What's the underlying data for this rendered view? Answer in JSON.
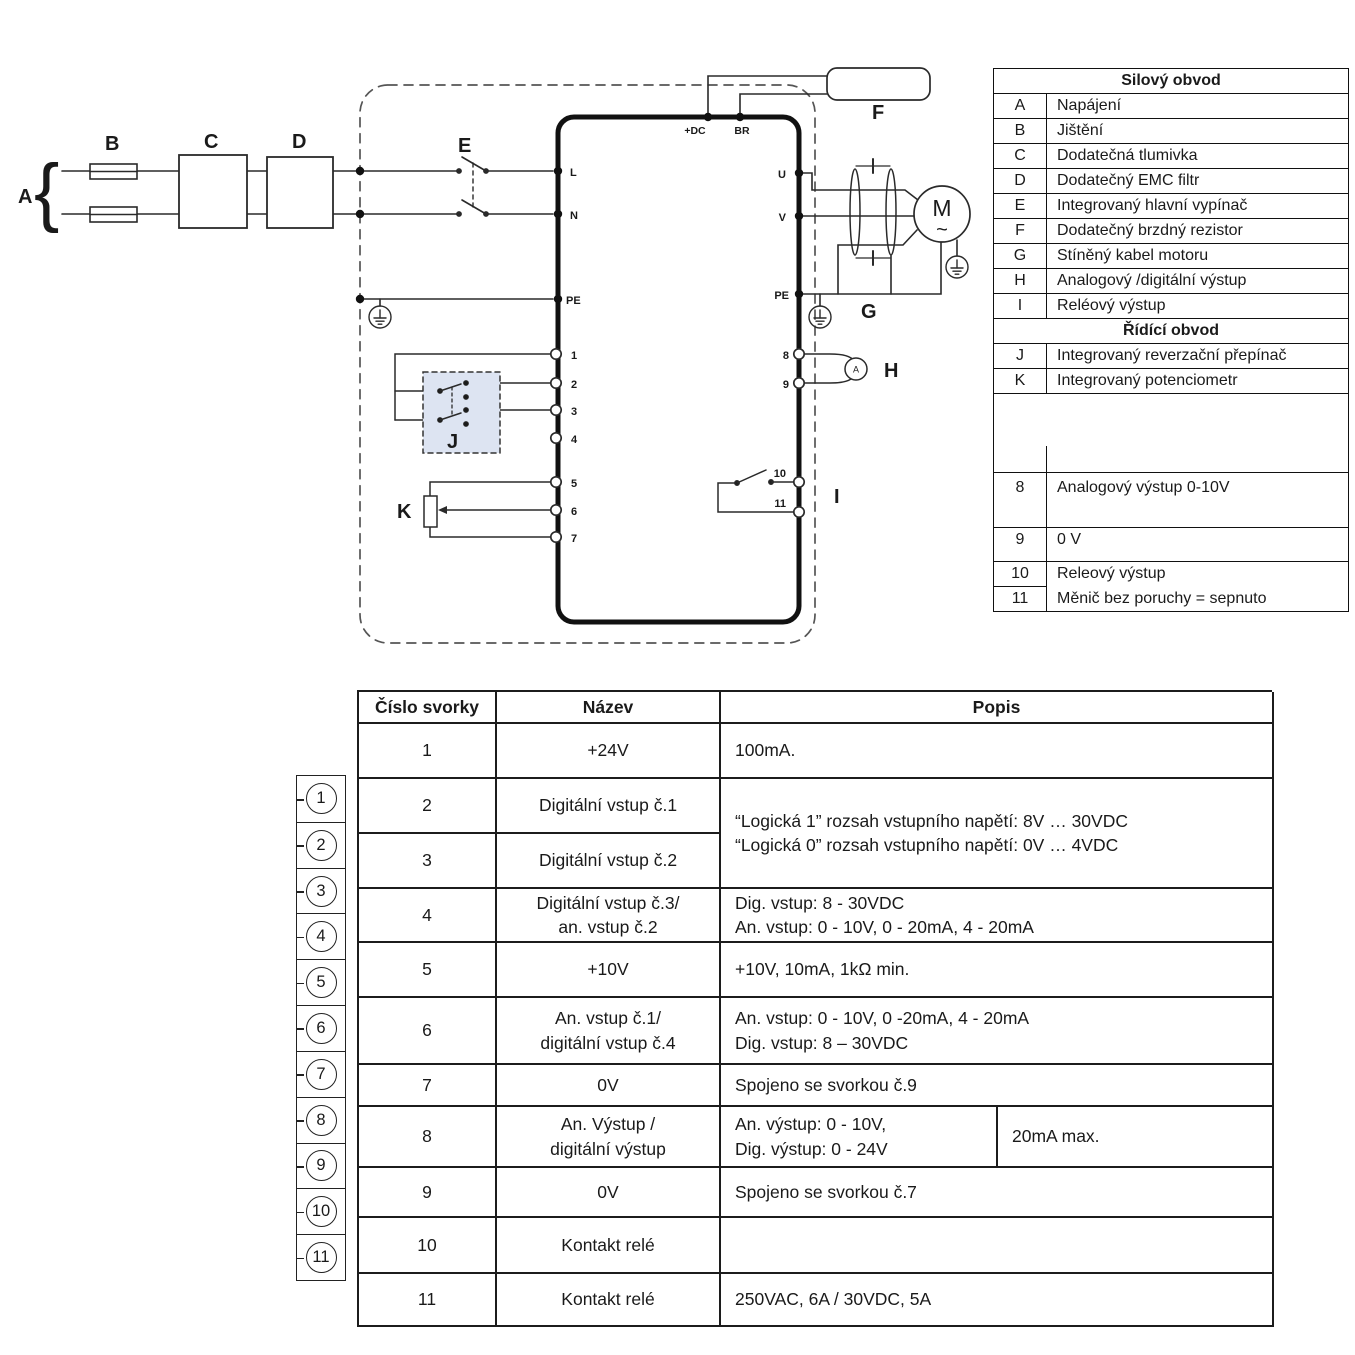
{
  "diagram": {
    "labels": {
      "a": "A",
      "b": "B",
      "c": "C",
      "d": "D",
      "e": "E",
      "f": "F",
      "g": "G",
      "h": "H",
      "i": "I",
      "j": "J",
      "k": "K",
      "brace": "{",
      "motor": "M",
      "motor_wave": "~",
      "meter": "A"
    },
    "inverter_terminals": {
      "l": "L",
      "n": "N",
      "pe_left": "PE",
      "dc": "+DC",
      "br": "BR",
      "u": "U",
      "v": "V",
      "pe_right": "PE"
    },
    "control_terminals_left": [
      "1",
      "2",
      "3",
      "4",
      "5",
      "6",
      "7"
    ],
    "output_terminals": [
      "8",
      "9"
    ],
    "relay_terminals": [
      "10",
      "11"
    ]
  },
  "legend": {
    "power_title": "Silový obvod",
    "power_rows": [
      {
        "key": "A",
        "label": "Napájení"
      },
      {
        "key": "B",
        "label": "Jištění"
      },
      {
        "key": "C",
        "label": "Dodatečná tlumivka"
      },
      {
        "key": "D",
        "label": "Dodatečný EMC filtr"
      },
      {
        "key": "E",
        "label": "Integrovaný hlavní vypínač"
      },
      {
        "key": "F",
        "label": "Dodatečný brzdný rezistor"
      },
      {
        "key": "G",
        "label": "Stíněný kabel motoru"
      },
      {
        "key": "H",
        "label": "Analogový /digitální výstup"
      },
      {
        "key": "I",
        "label": "Reléový výstup"
      }
    ],
    "control_title": "Řídící obvod",
    "control_rows": [
      {
        "key": "J",
        "label": "Integrovaný reverzační přepínač"
      },
      {
        "key": "K",
        "label": "Integrovaný potenciometr"
      }
    ],
    "output_rows": [
      {
        "key": "8",
        "label": "Analogový výstup 0-10V"
      },
      {
        "key": "9",
        "label": "0 V"
      },
      {
        "key": "10",
        "label": "Releový výstup"
      },
      {
        "key": "11",
        "label": "Měnič bez poruchy = sepnuto"
      }
    ]
  },
  "strip": {
    "numbers": [
      "1",
      "2",
      "3",
      "4",
      "5",
      "6",
      "7",
      "8",
      "9",
      "10",
      "11"
    ]
  },
  "terminal_table": {
    "headers": {
      "number": "Číslo svorky",
      "name": "Název",
      "description": "Popis"
    },
    "r1": {
      "num": "1",
      "name": "+24V",
      "desc": "100mA."
    },
    "r2": {
      "num": "2",
      "name": "Digitální vstup č.1"
    },
    "r3": {
      "num": "3",
      "name": "Digitální vstup č.2"
    },
    "desc23": {
      "line1": "“Logická 1” rozsah vstupního napětí: 8V … 30VDC",
      "line2": "“Logická 0” rozsah vstupního napětí: 0V … 4VDC"
    },
    "r4": {
      "num": "4",
      "name1": "Digitální vstup č.3/",
      "name2": "an. vstup č.2",
      "desc1": "Dig. vstup: 8 - 30VDC",
      "desc2": "An. vstup: 0 - 10V, 0 - 20mA, 4 - 20mA"
    },
    "r5": {
      "num": "5",
      "name": "+10V",
      "desc": "+10V, 10mA, 1kΩ min."
    },
    "r6": {
      "num": "6",
      "name1": "An. vstup č.1/",
      "name2": "digitální vstup č.4",
      "desc1": "An. vstup: 0 - 10V, 0 -20mA, 4 - 20mA",
      "desc2": "Dig. vstup: 8 – 30VDC"
    },
    "r7": {
      "num": "7",
      "name": "0V",
      "desc": "Spojeno se svorkou č.9"
    },
    "r8": {
      "num": "8",
      "name1": "An. Výstup /",
      "name2": "digitální výstup",
      "desc1": "An. výstup: 0 - 10V,",
      "desc2": "Dig. výstup: 0 - 24V",
      "extra": "20mA max."
    },
    "r9": {
      "num": "9",
      "name": "0V",
      "desc": "Spojeno se svorkou č.7"
    },
    "r10": {
      "num": "10",
      "name": "Kontakt relé",
      "desc": ""
    },
    "r11": {
      "num": "11",
      "name": "Kontakt relé",
      "desc": "250VAC, 6A / 30VDC, 5A"
    }
  },
  "colors": {
    "ink": "#1a1a1a",
    "j_box_fill": "#dde4f2",
    "dashed_border": "#555555"
  }
}
